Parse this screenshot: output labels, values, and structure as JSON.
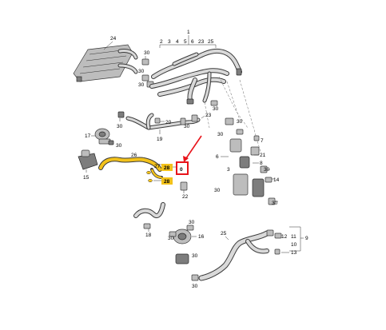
{
  "diagram": {
    "callouts": {
      "c1": "1",
      "c2": "2",
      "c3": "3",
      "c4": "4",
      "c5": "5",
      "c6": "6",
      "c7": "7",
      "c8": "8",
      "c9": "9",
      "c10": "10",
      "c11": "11",
      "c12": "12",
      "c13": "13",
      "c14": "14",
      "c15": "15",
      "c16": "16",
      "c17": "17",
      "c18": "18",
      "c19": "19",
      "c20": "20",
      "c21": "21",
      "c22": "22",
      "c23": "23",
      "c24": "24",
      "c25": "25",
      "c26": "26",
      "c27": "27",
      "c28a": "28",
      "c28b": "28",
      "c30a": "30",
      "c30b": "30",
      "c30c": "30",
      "c30d": "30",
      "c30e": "30",
      "c30f": "30",
      "c30g": "30",
      "c30h": "30",
      "c30i": "30",
      "c30j": "30",
      "c30k": "30",
      "c30l": "30",
      "c30m": "30",
      "c0": "0"
    },
    "highlight_color": "#f3c21b",
    "marker_color": "#e8141b"
  }
}
